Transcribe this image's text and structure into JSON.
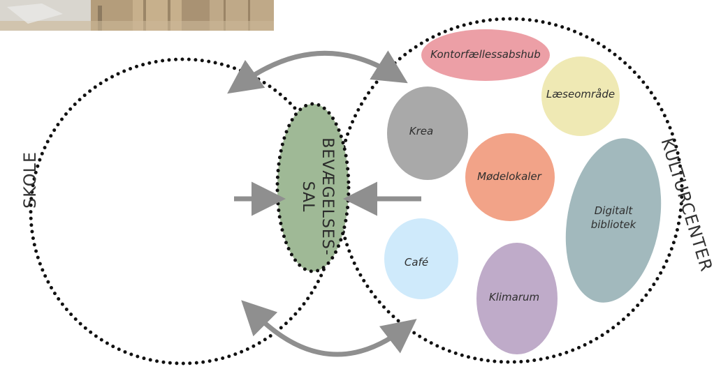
{
  "photo": {
    "description": "Photograph of school interior with wooden shelves"
  },
  "zones": {
    "left": "SKOLE",
    "right": "KULTURCENTER"
  },
  "center": {
    "line1": "BEVÆGELSES-",
    "line2": "SAL"
  },
  "rooms": {
    "kontor": "Kontorfællessabshub",
    "laese": "Læseområde",
    "krea": "Krea",
    "mode": "Mødelokaler",
    "digital_line1": "Digitalt",
    "digital_line2": "bibliotek",
    "cafe": "Café",
    "klima": "Klimarum"
  },
  "colors": {
    "dots": "#111111",
    "arrows": "#8f8f8f",
    "center_fill": "#9fb996",
    "kontor": "#ec9fa6",
    "laese": "#efe9b4",
    "krea": "#a9a9a9",
    "mode": "#f2a388",
    "digital": "#a2b9bd",
    "cafe": "#cfeafb",
    "klima": "#bfabc9"
  }
}
